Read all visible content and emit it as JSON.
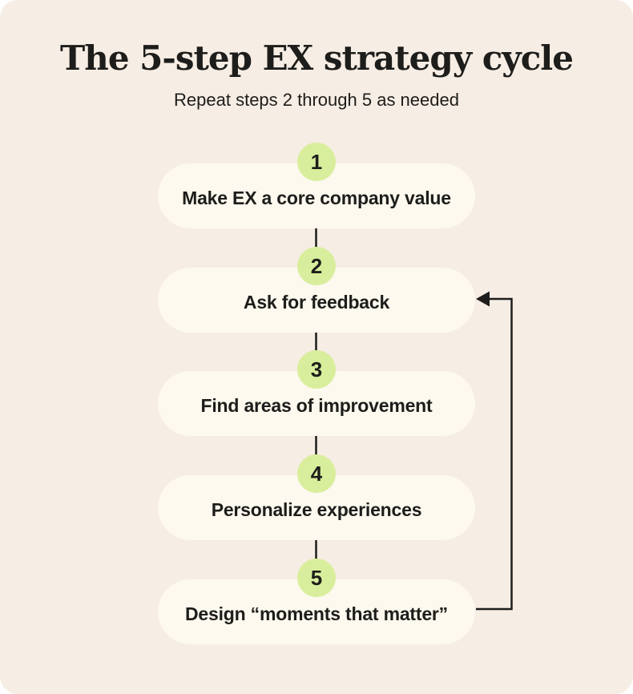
{
  "header": {
    "title": "The 5-step EX strategy cycle",
    "subtitle": "Repeat steps 2 through 5 as needed"
  },
  "steps": [
    {
      "number": "1",
      "label": "Make EX a core company value"
    },
    {
      "number": "2",
      "label": "Ask for feedback"
    },
    {
      "number": "3",
      "label": "Find areas of improvement"
    },
    {
      "number": "4",
      "label": "Personalize experiences"
    },
    {
      "number": "5",
      "label": "Design “moments that matter”"
    }
  ],
  "diagram": {
    "type": "cycle-flow",
    "loop_arrow": {
      "from_step": "5",
      "to_step": "2"
    }
  },
  "colors": {
    "background": "#F6EDE4",
    "pill": "#FDF9EE",
    "step_circle": "#D9EE9C",
    "text": "#1D1D1B",
    "line": "#1D1D1B"
  }
}
